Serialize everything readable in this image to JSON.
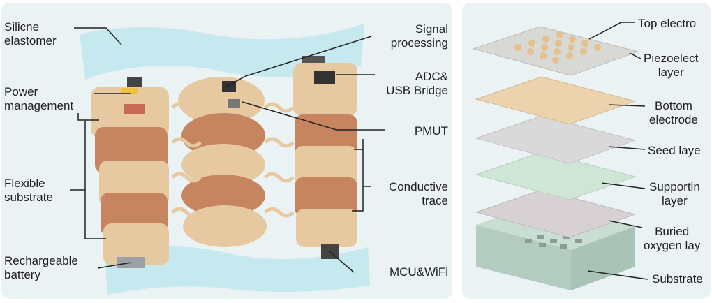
{
  "left_panel": {
    "labels": {
      "silicone": "Silicne\nelastomer",
      "power": "Power\nmanagement",
      "flexible": "Flexible\nsubstrate",
      "battery": "Rechargeable\nbattery",
      "signal": "Signal\nprocessing",
      "adc": "ADC&\nUSB Bridge",
      "pmut": "PMUT",
      "trace": "Conductive\ntrace",
      "mcu": "MCU&WiFi"
    }
  },
  "right_panel": {
    "labels": {
      "top": "Top electro",
      "piezo": "Piezoelect\nlayer",
      "bottom": "Bottom\nelectrode",
      "seed": "Seed laye",
      "supporting": "Supportin\nlayer",
      "buried": "Buried\noxygen lay",
      "substrate": "Substrate"
    },
    "layer_colors": {
      "top_electrode": "#d8d8d4",
      "piezo_dots": "#e3c08c",
      "bottom_electrode": "#ecd3ad",
      "seed": "#d9d9d9",
      "supporting": "#cfe6d6",
      "buried": "#d7d1d3",
      "substrate": "#c9ded2"
    }
  }
}
